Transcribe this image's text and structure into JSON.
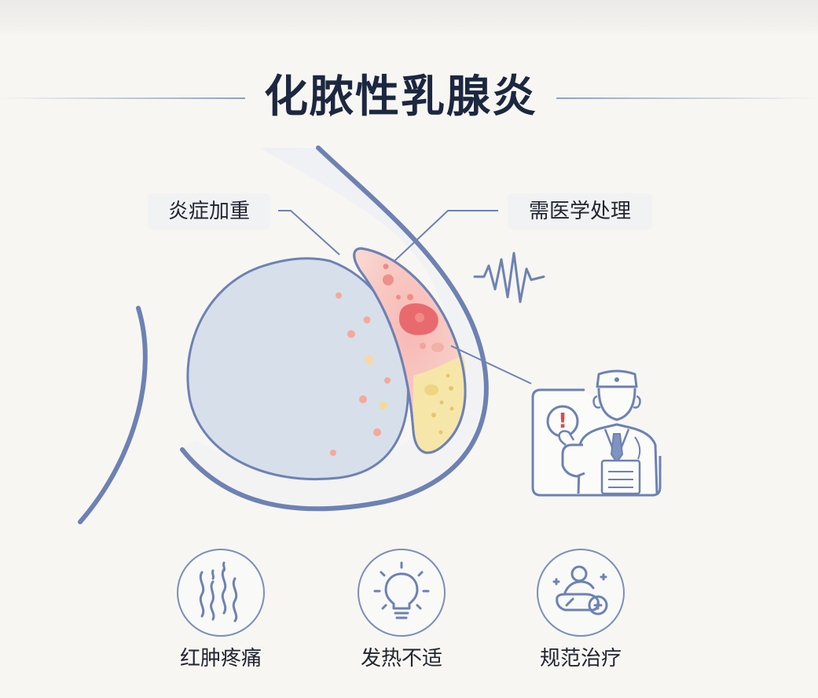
{
  "title": "化脓性乳腺炎",
  "callouts": {
    "inflammation": "炎症加重",
    "medical": "需医学处理"
  },
  "features": [
    {
      "icon": "heat-waves-icon",
      "label": "红肿疼痛"
    },
    {
      "icon": "lightbulb-icon",
      "label": "发热不适"
    },
    {
      "icon": "medication-icon",
      "label": "规范治疗"
    }
  ],
  "colors": {
    "title": "#1c2740",
    "outline": "#6d82b3",
    "gland_fill": "#d7dfeb",
    "inflamed_red": "#e86a6f",
    "pus_yellow": "#f6e7a6",
    "background": "#f7f6f2"
  },
  "symbols": {
    "alert": "!"
  }
}
